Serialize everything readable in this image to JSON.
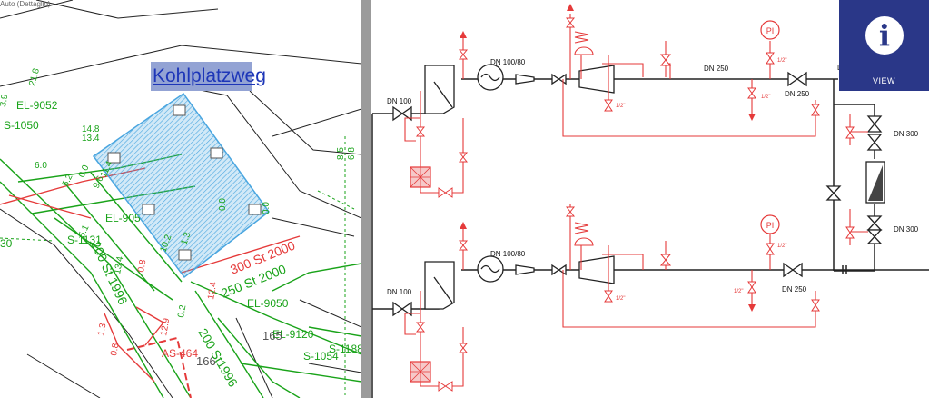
{
  "map": {
    "corner_label": "Auto (Dettaglio)",
    "street_name": "Kohlplatzweg",
    "parcel_labels": [
      "EL-9052",
      "S-1050",
      "EL-905",
      "S-1131",
      "EL-9050",
      "EL-9120",
      "S-1054",
      "S-1188",
      "AS-464",
      "165",
      "166",
      "30"
    ],
    "line_labels": [
      "300 St 2000",
      "250 St 2000",
      "200 St 1996",
      "200 St1996",
      "200 St 1996"
    ],
    "dim_labels": [
      "21.8",
      "3.9",
      "14.8",
      "13.4",
      "6.0",
      "5.2",
      "0.0",
      "9.6",
      "11.4",
      "8.5",
      "6.8",
      "0.0",
      "0.0",
      "5.1",
      "10.2",
      "1.3",
      "13.4",
      "0.8",
      "0.2",
      "12.4",
      "1.3",
      "0.8",
      "12.9"
    ]
  },
  "pid": {
    "labels": [
      "DN 100",
      "DN 100/80",
      "DN 250",
      "DN 250",
      "1/2\"",
      "1/2\"",
      "1/2\"",
      "PI",
      "DN 300",
      "DN 300",
      "DN 100",
      "DN 100/80",
      "DN 250",
      "1/2\"",
      "1/2\"",
      "1/2\"",
      "PI",
      "D"
    ]
  },
  "view_button": {
    "label": "VIEW",
    "icon": "info-icon",
    "glyph": "i"
  },
  "colors": {
    "red": "#e53a3a",
    "green": "#19a319",
    "map_hatch": "#4aa6e0",
    "view_bg": "#2a3788"
  }
}
